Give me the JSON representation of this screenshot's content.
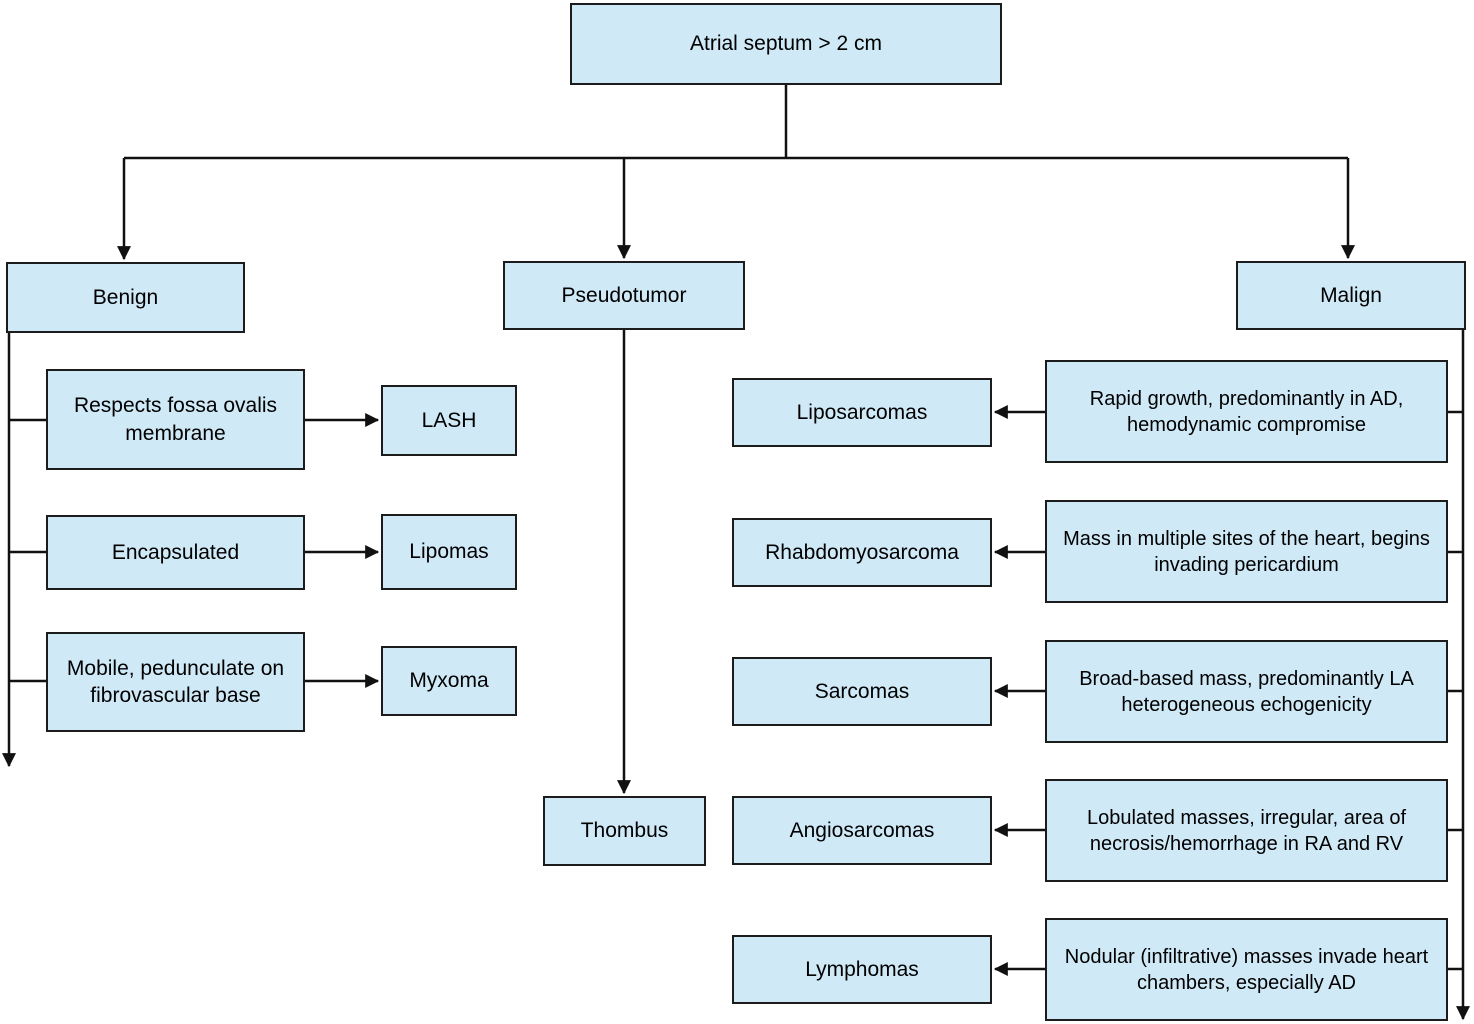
{
  "colors": {
    "box_fill": "#cfe9f7",
    "box_border": "#1c1c1c",
    "line": "#111111"
  },
  "root": {
    "label": "Atrial septum > 2 cm"
  },
  "branches": {
    "benign": {
      "label": "Benign",
      "rows": [
        {
          "feature": "Respects fossa ovalis membrane",
          "diagnosis": "LASH"
        },
        {
          "feature": "Encapsulated",
          "diagnosis": "Lipomas"
        },
        {
          "feature": "Mobile, pedunculate on fibrovascular base",
          "diagnosis": "Myxoma"
        }
      ]
    },
    "pseudotumor": {
      "label": "Pseudotumor",
      "diagnosis": "Thombus"
    },
    "malign": {
      "label": "Malign",
      "rows": [
        {
          "diagnosis": "Liposarcomas",
          "feature": "Rapid growth, predominantly in AD, hemodynamic compromise"
        },
        {
          "diagnosis": "Rhabdomyosarcoma",
          "feature": "Mass in multiple sites of the heart, begins invading pericardium"
        },
        {
          "diagnosis": "Sarcomas",
          "feature": "Broad-based mass, predominantly LA heterogeneous echogenicity"
        },
        {
          "diagnosis": "Angiosarcomas",
          "feature": "Lobulated masses, irregular, area of necrosis/hemorrhage in RA and RV"
        },
        {
          "diagnosis": "Lymphomas",
          "feature": "Nodular (infiltrative) masses invade heart chambers, especially AD"
        }
      ]
    }
  }
}
